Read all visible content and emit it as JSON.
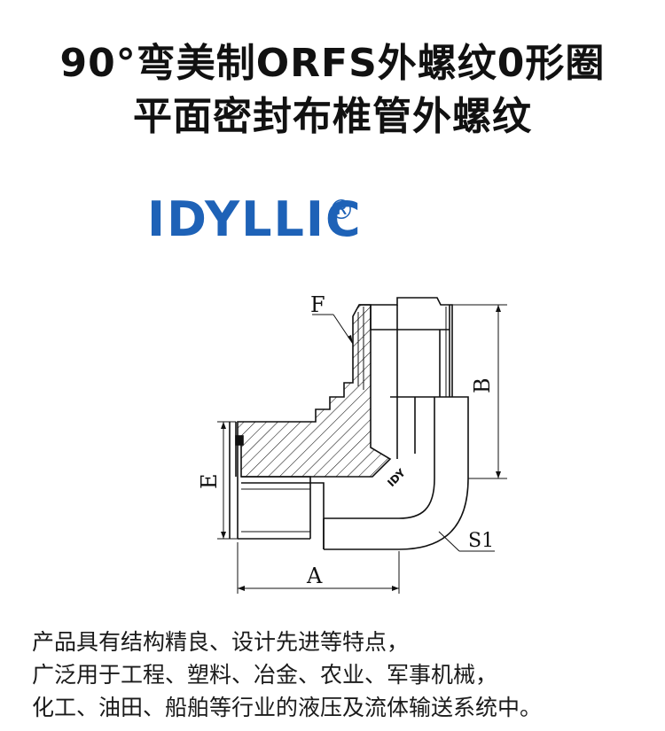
{
  "title": {
    "line1": "90°弯美制ORFS外螺纹0形圈",
    "line2": "平面密封布椎管外螺纹"
  },
  "logo": {
    "text": "IDYLLIC",
    "registered": "®",
    "color": "#1e62b7"
  },
  "drawing": {
    "labels": {
      "F": "F",
      "B": "B",
      "E": "E",
      "A": "A",
      "S1": "S1",
      "mark": "IDY"
    }
  },
  "description": {
    "line1": "产品具有结构精良、设计先进等特点，",
    "line2": "广泛用于工程、塑料、冶金、农业、军事机械，",
    "line3": "化工、油田、船舶等行业的液压及流体输送系统中。"
  }
}
